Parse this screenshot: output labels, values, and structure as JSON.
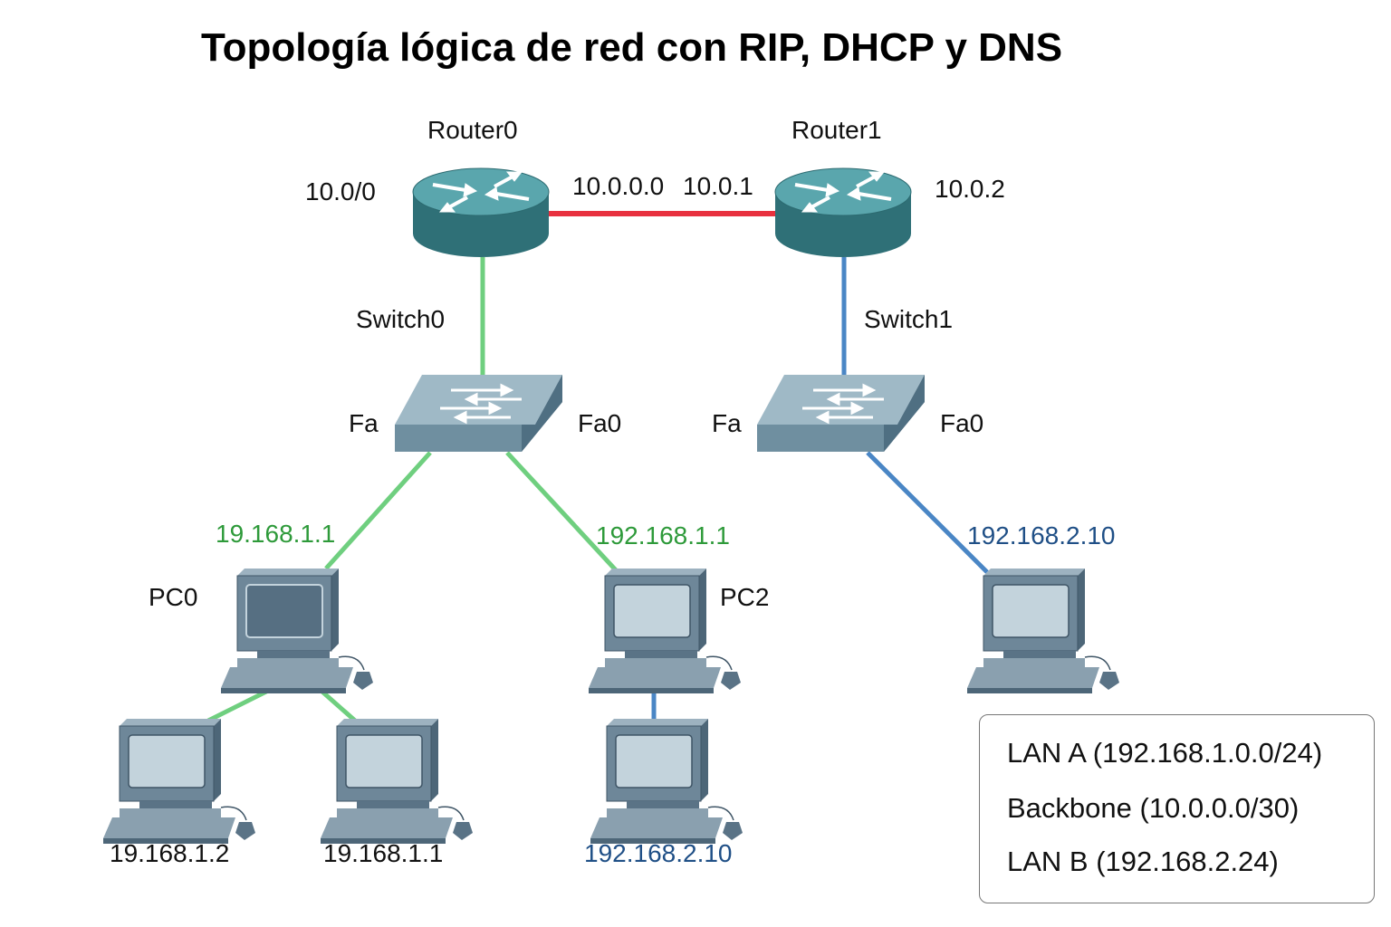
{
  "title": "Topología lógica de red con RIP, DHCP y DNS",
  "colors": {
    "backbone_link": "#e8313f",
    "lan_a_link": "#6fcf7f",
    "lan_b_link": "#4a86c5",
    "router_body": "#3e8a92",
    "switch_body": "#6f8fa0",
    "pc_body": "#6e8799",
    "green_label": "#2e9a3a",
    "blue_label": "#1f4f86"
  },
  "routers": [
    {
      "name": "Router0",
      "ip_left": "10.0/0",
      "ip_right": "10.0.0.0",
      "icon": "router-icon"
    },
    {
      "name": "Router1",
      "ip_left": "10.0.1",
      "ip_right": "10.0.2",
      "icon": "router-icon"
    }
  ],
  "switches": [
    {
      "name": "Switch0",
      "port_left": "Fa",
      "port_right": "Fa0",
      "icon": "switch-icon"
    },
    {
      "name": "Switch1",
      "port_left": "Fa",
      "port_right": "Fa0",
      "icon": "switch-icon"
    }
  ],
  "pcs": [
    {
      "name": "PC0",
      "ip": "19.168.1.1",
      "icon": "pc-icon"
    },
    {
      "name": "PC2",
      "ip": "192.168.1.1",
      "icon": "pc-icon"
    },
    {
      "name": "",
      "ip": "192.168.2.10",
      "icon": "pc-icon"
    },
    {
      "name": "",
      "ip": "19.168.1.2",
      "icon": "pc-icon"
    },
    {
      "name": "",
      "ip": "19.168.1.1",
      "icon": "pc-icon"
    },
    {
      "name": "",
      "ip": "192.168.2.10",
      "icon": "pc-icon"
    }
  ],
  "legend": [
    "LAN A (192.168.1.0.0/24)",
    "Backbone (10.0.0.0/30)",
    "LAN B (192.168.2.24)"
  ]
}
